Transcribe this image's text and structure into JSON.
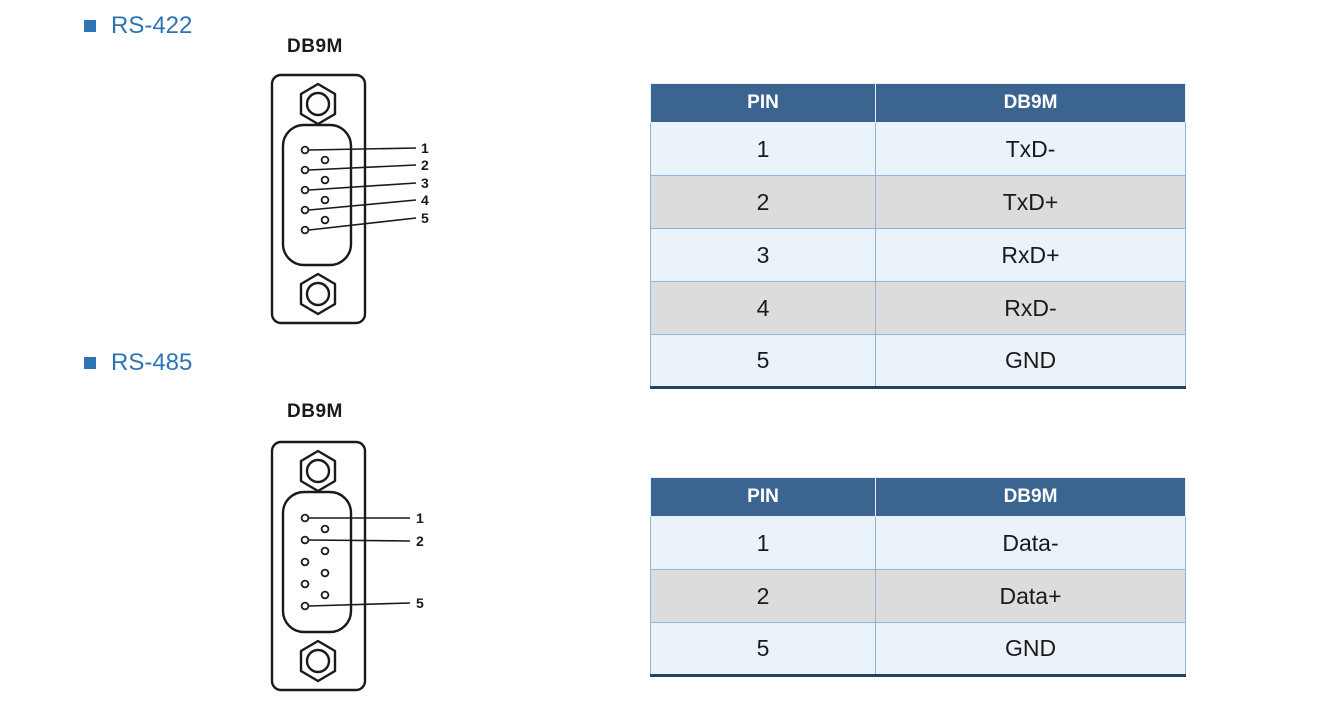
{
  "sections": [
    {
      "id": "rs422",
      "title": "RS-422",
      "connector_label": "DB9M",
      "pin_callouts": [
        "1",
        "2",
        "3",
        "4",
        "5"
      ],
      "table": {
        "headers": [
          "PIN",
          "DB9M"
        ],
        "rows": [
          [
            "1",
            "TxD-"
          ],
          [
            "2",
            "TxD+"
          ],
          [
            "3",
            "RxD+"
          ],
          [
            "4",
            "RxD-"
          ],
          [
            "5",
            "GND"
          ]
        ]
      }
    },
    {
      "id": "rs485",
      "title": "RS-485",
      "connector_label": "DB9M",
      "pin_callouts": [
        "1",
        "2",
        "5"
      ],
      "table": {
        "headers": [
          "PIN",
          "DB9M"
        ],
        "rows": [
          [
            "1",
            "Data-"
          ],
          [
            "2",
            "Data+"
          ],
          [
            "5",
            "GND"
          ]
        ]
      }
    }
  ],
  "colors": {
    "heading": "#2e74b5",
    "table_header_bg": "#3b6491",
    "row_blue": "#eaf2fa",
    "row_gray": "#dcdcdc",
    "table_border": "#95b3d7",
    "table_outer": "#7f9fc6",
    "table_bottom": "#24425f"
  }
}
